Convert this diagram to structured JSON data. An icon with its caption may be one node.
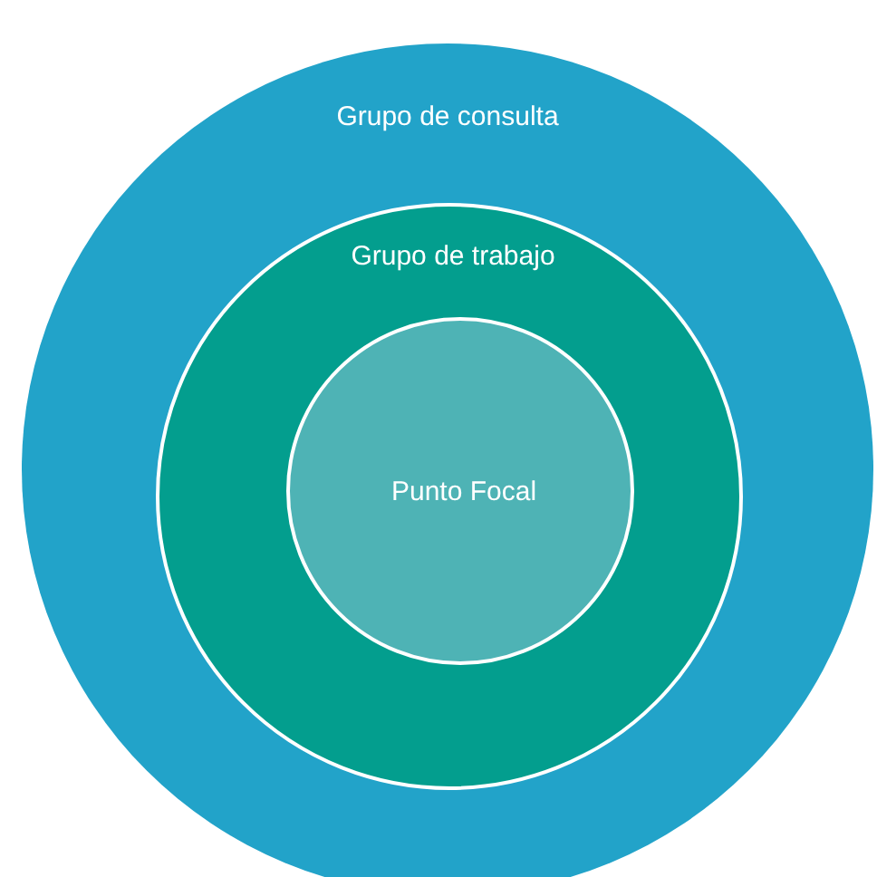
{
  "diagram": {
    "nodes": [
      {
        "text": [
          "Grupo de consulta"
        ]
      },
      {
        "text": [
          "Grupo de trabajo"
        ],
        "in": 0
      },
      {
        "text": [
          "Punto Focal"
        ],
        "in": 1
      }
    ]
  }
}
